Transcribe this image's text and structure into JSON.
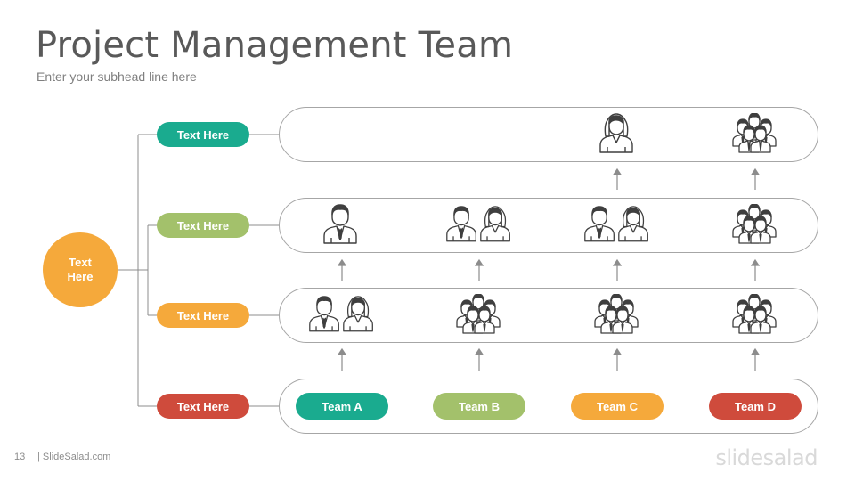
{
  "header": {
    "title": "Project Management Team",
    "subhead": "Enter your subhead line here"
  },
  "root": {
    "label": "Text\nHere"
  },
  "levels": [
    {
      "label": "Text Here"
    },
    {
      "label": "Text Here"
    },
    {
      "label": "Text Here"
    },
    {
      "label": "Text Here"
    }
  ],
  "teams": [
    {
      "label": "Team A"
    },
    {
      "label": "Team B"
    },
    {
      "label": "Team C"
    },
    {
      "label": "Team D"
    }
  ],
  "footer": {
    "page_number": "13",
    "brand": "| SlideSalad.com",
    "logo": "slidesalad"
  },
  "colors": {
    "teal": "#1aab8f",
    "green": "#a3c16b",
    "orange": "#f5a93b",
    "red": "#cf4b3c",
    "icon_stroke": "#3f3f3f",
    "connector": "#8c8c8c"
  },
  "icons": {
    "single_man": "manager-icon",
    "single_woman": "female-manager-icon",
    "pair": "team-pair-icon",
    "group": "group-icon"
  }
}
